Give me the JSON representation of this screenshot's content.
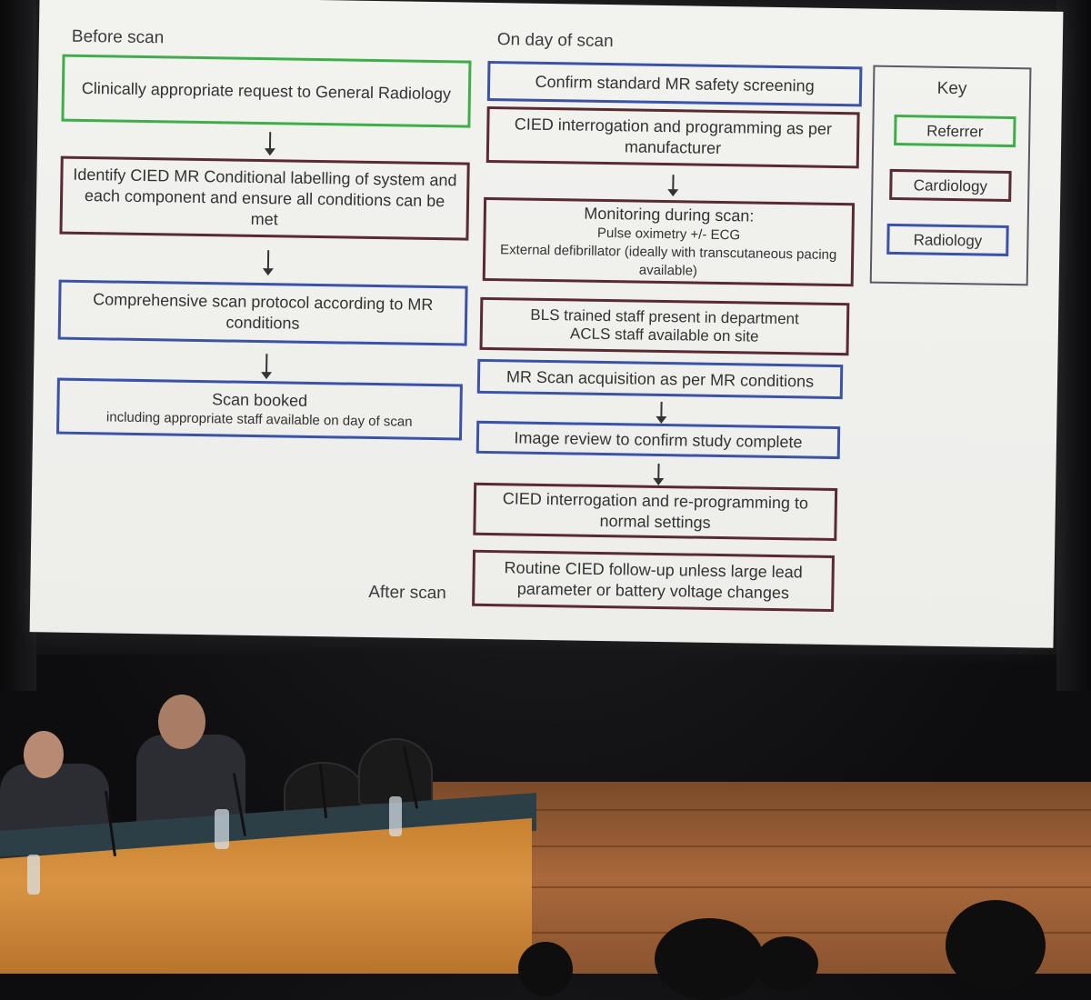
{
  "slide": {
    "before_scan_label": "Before scan",
    "on_day_label": "On day of scan",
    "after_scan_label": "After scan",
    "colors": {
      "referrer": "#3fae4a",
      "cardiology": "#5a2a32",
      "radiology": "#3a52a8"
    },
    "before_scan_steps": [
      {
        "text": "Clinically appropriate request to General Radiology",
        "role": "referrer"
      },
      {
        "text": "Identify CIED MR Conditional labelling of system and each component and ensure all conditions can be met",
        "role": "cardiology"
      },
      {
        "text": "Comprehensive scan protocol according to MR conditions",
        "role": "radiology"
      },
      {
        "text": "Scan booked",
        "subtext": "including appropriate staff available on day of scan",
        "role": "radiology"
      }
    ],
    "day_of_scan_steps": [
      {
        "text": "Confirm standard MR safety screening",
        "role": "radiology"
      },
      {
        "text": "CIED interrogation and programming as per manufacturer",
        "role": "cardiology"
      },
      {
        "text": "Monitoring during scan:",
        "lines": [
          "Pulse oximetry +/- ECG",
          "External defibrillator (ideally with transcutaneous pacing available)"
        ],
        "role": "cardiology"
      },
      {
        "text": "BLS trained staff present in department",
        "text2": "ACLS staff available on site",
        "role": "cardiology"
      },
      {
        "text": "MR Scan acquisition as per MR conditions",
        "role": "radiology"
      },
      {
        "text": "Image review to confirm study complete",
        "role": "radiology"
      },
      {
        "text": "CIED interrogation and re-programming to normal settings",
        "role": "cardiology"
      },
      {
        "text": "Routine CIED follow-up unless large lead parameter or battery voltage changes",
        "role": "cardiology"
      }
    ],
    "key": {
      "title": "Key",
      "items": [
        {
          "label": "Referrer",
          "role": "referrer"
        },
        {
          "label": "Cardiology",
          "role": "cardiology"
        },
        {
          "label": "Radiology",
          "role": "radiology"
        }
      ]
    }
  }
}
